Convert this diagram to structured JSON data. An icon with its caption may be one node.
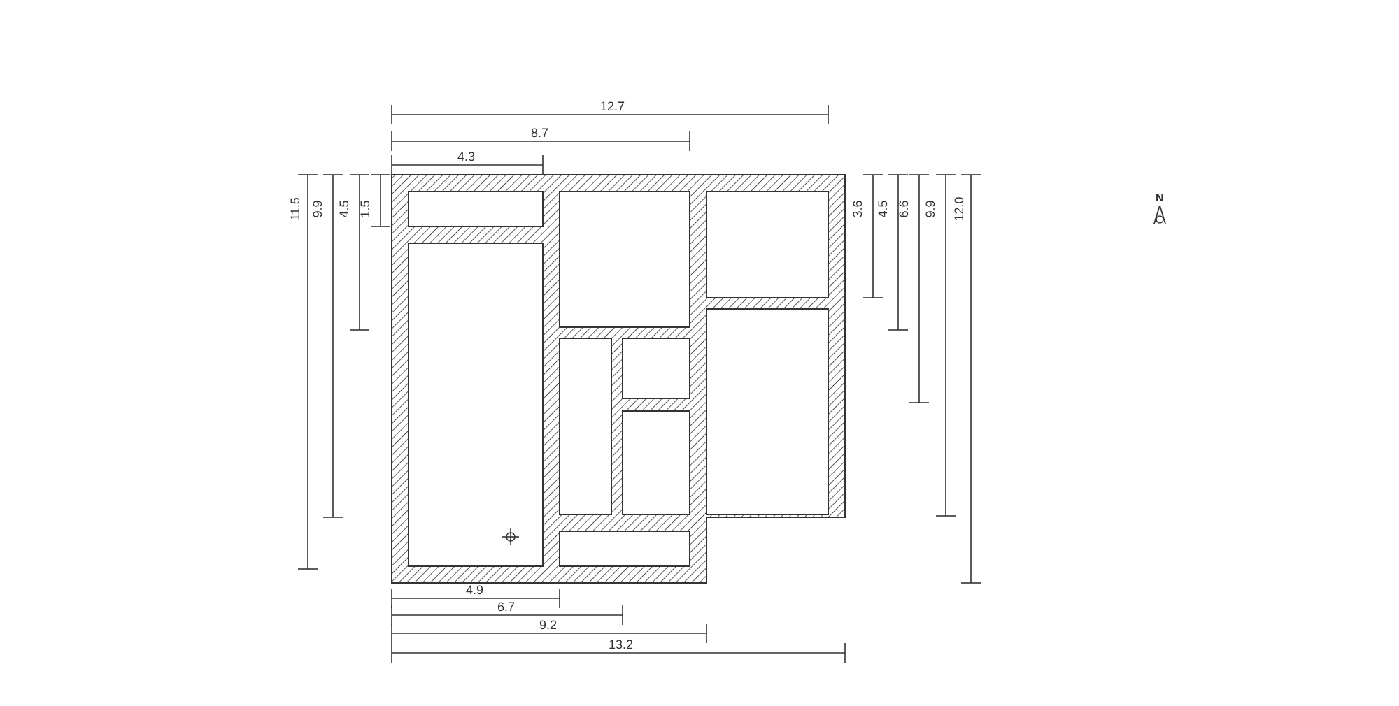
{
  "diagram": {
    "labels": [
      "12.7",
      "8.7",
      "4.3",
      "1.5",
      "4.5",
      "9.9",
      "11.5",
      "3.6",
      "4.5",
      "6.6",
      "9.9",
      "12.0",
      "N",
      "4.9",
      "6.7",
      "9.2",
      "13.2"
    ]
  }
}
